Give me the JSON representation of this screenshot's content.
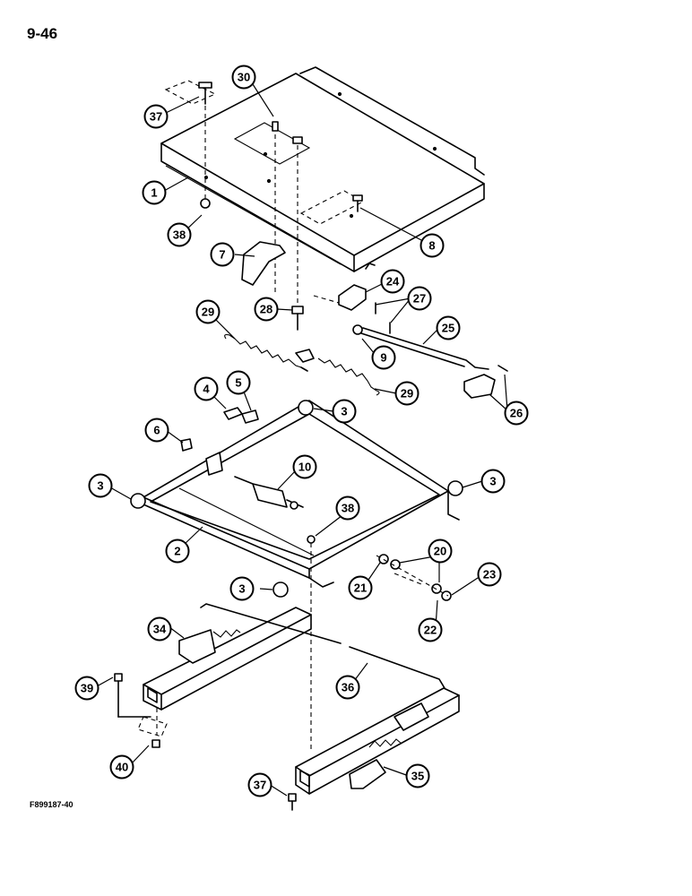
{
  "page_number": "9-46",
  "figure_id": "F899187-40",
  "callouts": [
    {
      "id": "c30",
      "label": "30"
    },
    {
      "id": "c37a",
      "label": "37"
    },
    {
      "id": "c1",
      "label": "1"
    },
    {
      "id": "c38a",
      "label": "38"
    },
    {
      "id": "c8",
      "label": "8"
    },
    {
      "id": "c7",
      "label": "7"
    },
    {
      "id": "c24",
      "label": "24"
    },
    {
      "id": "c27",
      "label": "27"
    },
    {
      "id": "c29a",
      "label": "29"
    },
    {
      "id": "c28",
      "label": "28"
    },
    {
      "id": "c25",
      "label": "25"
    },
    {
      "id": "c9",
      "label": "9"
    },
    {
      "id": "c29b",
      "label": "29"
    },
    {
      "id": "c26",
      "label": "26"
    },
    {
      "id": "c4",
      "label": "4"
    },
    {
      "id": "c5",
      "label": "5"
    },
    {
      "id": "c3a",
      "label": "3"
    },
    {
      "id": "c6",
      "label": "6"
    },
    {
      "id": "c10",
      "label": "10"
    },
    {
      "id": "c3b",
      "label": "3"
    },
    {
      "id": "c3c",
      "label": "3"
    },
    {
      "id": "c38b",
      "label": "38"
    },
    {
      "id": "c2",
      "label": "2"
    },
    {
      "id": "c20",
      "label": "20"
    },
    {
      "id": "c23",
      "label": "23"
    },
    {
      "id": "c21",
      "label": "21"
    },
    {
      "id": "c3d",
      "label": "3"
    },
    {
      "id": "c22",
      "label": "22"
    },
    {
      "id": "c34",
      "label": "34"
    },
    {
      "id": "c39",
      "label": "39"
    },
    {
      "id": "c36",
      "label": "36"
    },
    {
      "id": "c40",
      "label": "40"
    },
    {
      "id": "c35",
      "label": "35"
    },
    {
      "id": "c37b",
      "label": "37"
    }
  ]
}
